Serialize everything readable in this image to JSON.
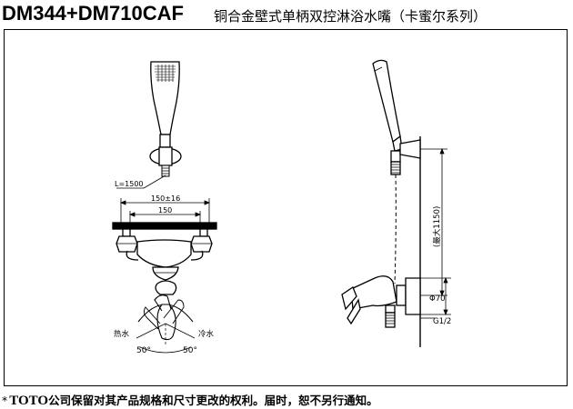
{
  "header": {
    "model": "DM344+DM710CAF",
    "title": "铜合金壁式单柄双控淋浴水嘴（卡蜜尔系列）"
  },
  "left_drawing": {
    "hose_length": "L=1500",
    "spacing_range": "150±16",
    "spacing": "150",
    "hot": "热水",
    "cold": "冷水",
    "angle_left": "50°",
    "angle_right": "50°"
  },
  "right_drawing": {
    "max_height": "(最大1150)",
    "pipe_diameter": "Φ70",
    "thread": "G1/2"
  },
  "footer": {
    "star": "*",
    "brand": "TOTO",
    "note": "公司保留对其产品规格和尺寸更改的权利。届时，恕不另行通知。"
  }
}
